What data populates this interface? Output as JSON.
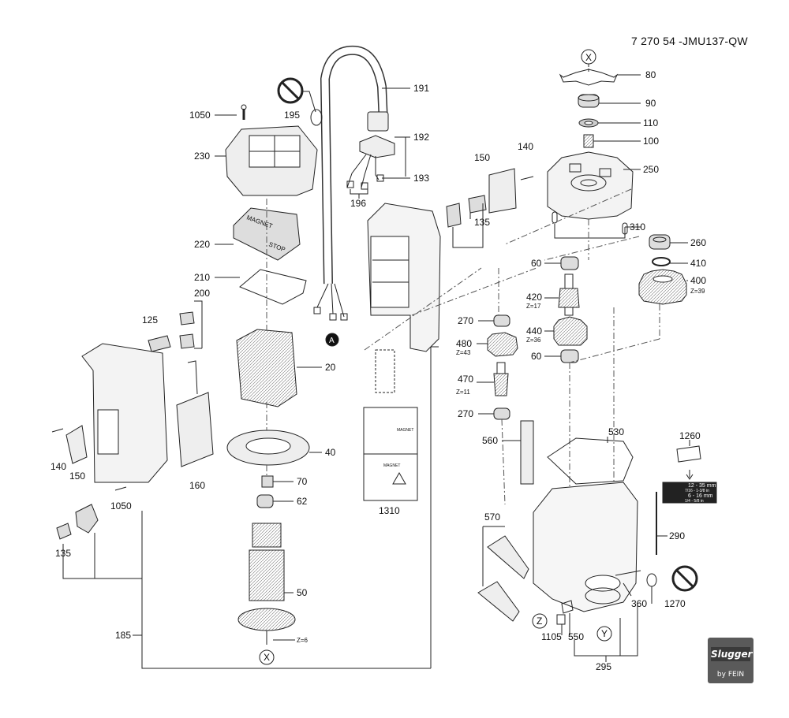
{
  "document_number": "7 270 54 -JMU137-QW",
  "logo": {
    "brand": "Slugger",
    "sub": "by FEIN"
  },
  "callouts": {
    "c80": "80",
    "c90": "90",
    "c110": "110",
    "c100": "100",
    "c250": "250",
    "c310": "310",
    "c260": "260",
    "c410": "410",
    "c400": "400",
    "z39": "Z=39",
    "c60a": "60",
    "c420": "420",
    "z17": "Z=17",
    "c270a": "270",
    "c440": "440",
    "z36": "Z=36",
    "c480": "480",
    "z43": "Z=43",
    "c60b": "60",
    "c470": "470",
    "z11": "Z=11",
    "c270b": "270",
    "c560": "560",
    "c530": "530",
    "c1260": "1260",
    "c290": "290",
    "c570": "570",
    "c1270": "1270",
    "c360": "360",
    "c1105": "1105",
    "c550": "550",
    "c295": "295",
    "c191": "191",
    "c192": "192",
    "c193": "193",
    "c196": "196",
    "c195": "195",
    "c1050a": "1050",
    "c230": "230",
    "c220": "220",
    "c210": "210",
    "c200": "200",
    "c125": "125",
    "c20": "20",
    "c40": "40",
    "c70": "70",
    "c62": "62",
    "c50": "50",
    "z6": "Z=6",
    "c185": "185",
    "c140a": "140",
    "c150a": "150",
    "c160": "160",
    "c1050b": "1050",
    "c135a": "135",
    "c140b": "140",
    "c150b": "150",
    "c135b": "135",
    "c1310": "1310"
  },
  "markers": {
    "x_top": "X",
    "x_bottom": "X",
    "y": "Y",
    "z": "Z",
    "a": "A"
  },
  "keypad": {
    "magnet": "MAGNET",
    "stop": "STOP"
  },
  "sticker": {
    "line1": "12 - 35 mm",
    "line1b": "7/16 - 1-3/8 in",
    "line2": "6 - 16 mm",
    "line2b": "1/4 - 5/8 in"
  },
  "warning_label": {
    "magnet1": "MAGNET",
    "magnet2": "MAGNET"
  }
}
